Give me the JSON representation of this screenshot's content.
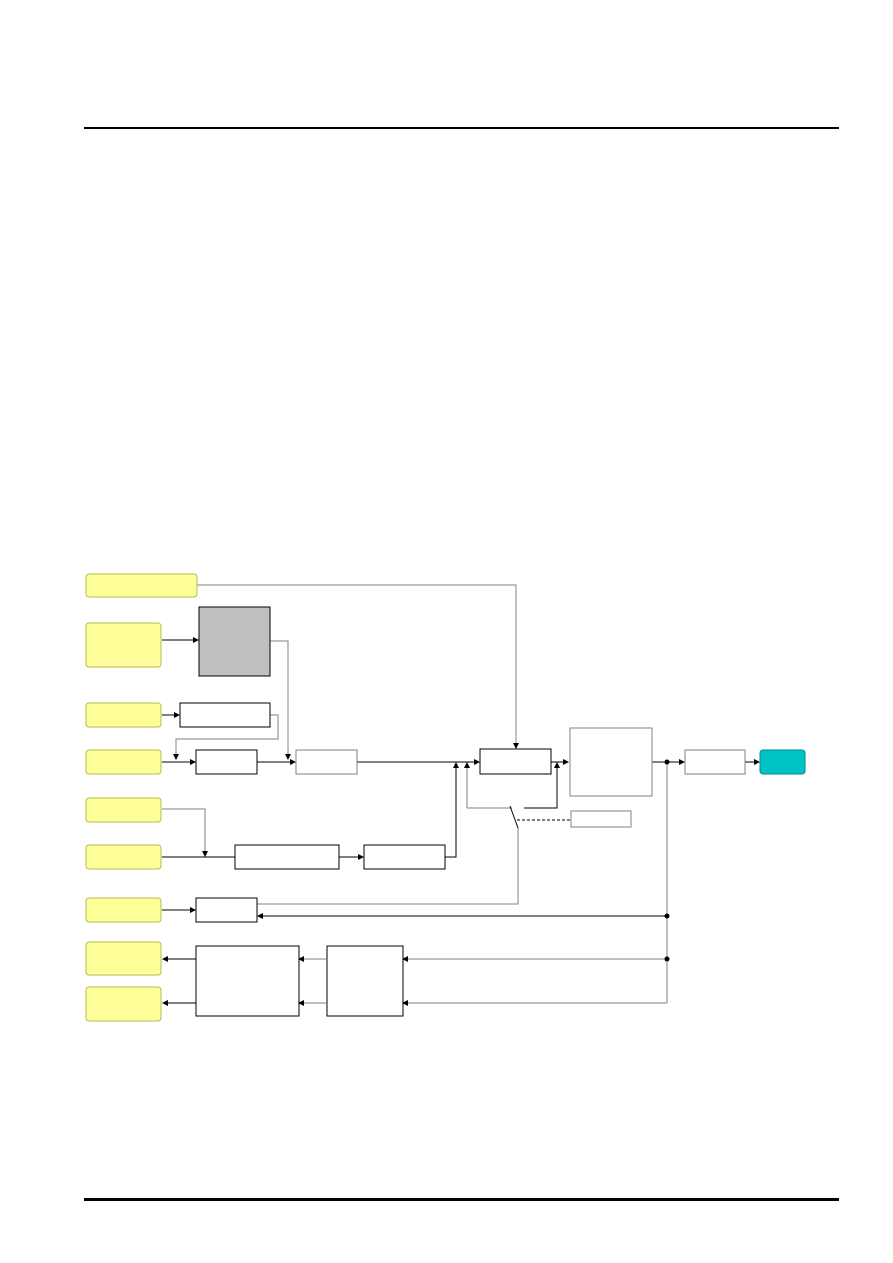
{
  "page": {
    "background": "#ffffff",
    "rule_color": "#000000"
  },
  "diagram": {
    "colors": {
      "input": "#ffff99",
      "input_border": "#b8b850",
      "block": "#ffffff",
      "block_border": "#000000",
      "gray_block": "#c0c0c0",
      "output": "#00c4c4",
      "line": "#000000",
      "thin_line": "#808080"
    },
    "inputs": [
      {
        "id": "in-1"
      },
      {
        "id": "in-2"
      },
      {
        "id": "in-3"
      },
      {
        "id": "in-4"
      },
      {
        "id": "in-5"
      },
      {
        "id": "in-6"
      },
      {
        "id": "in-7"
      },
      {
        "id": "in-8"
      },
      {
        "id": "in-9"
      }
    ],
    "blocks": [
      {
        "id": "gray-block"
      },
      {
        "id": "blk-a"
      },
      {
        "id": "blk-b"
      },
      {
        "id": "blk-c"
      },
      {
        "id": "blk-d"
      },
      {
        "id": "blk-e"
      },
      {
        "id": "blk-f"
      },
      {
        "id": "blk-g"
      },
      {
        "id": "blk-h"
      },
      {
        "id": "blk-i"
      },
      {
        "id": "blk-j"
      },
      {
        "id": "blk-k"
      },
      {
        "id": "blk-l"
      }
    ],
    "output": {
      "id": "out-1"
    }
  }
}
